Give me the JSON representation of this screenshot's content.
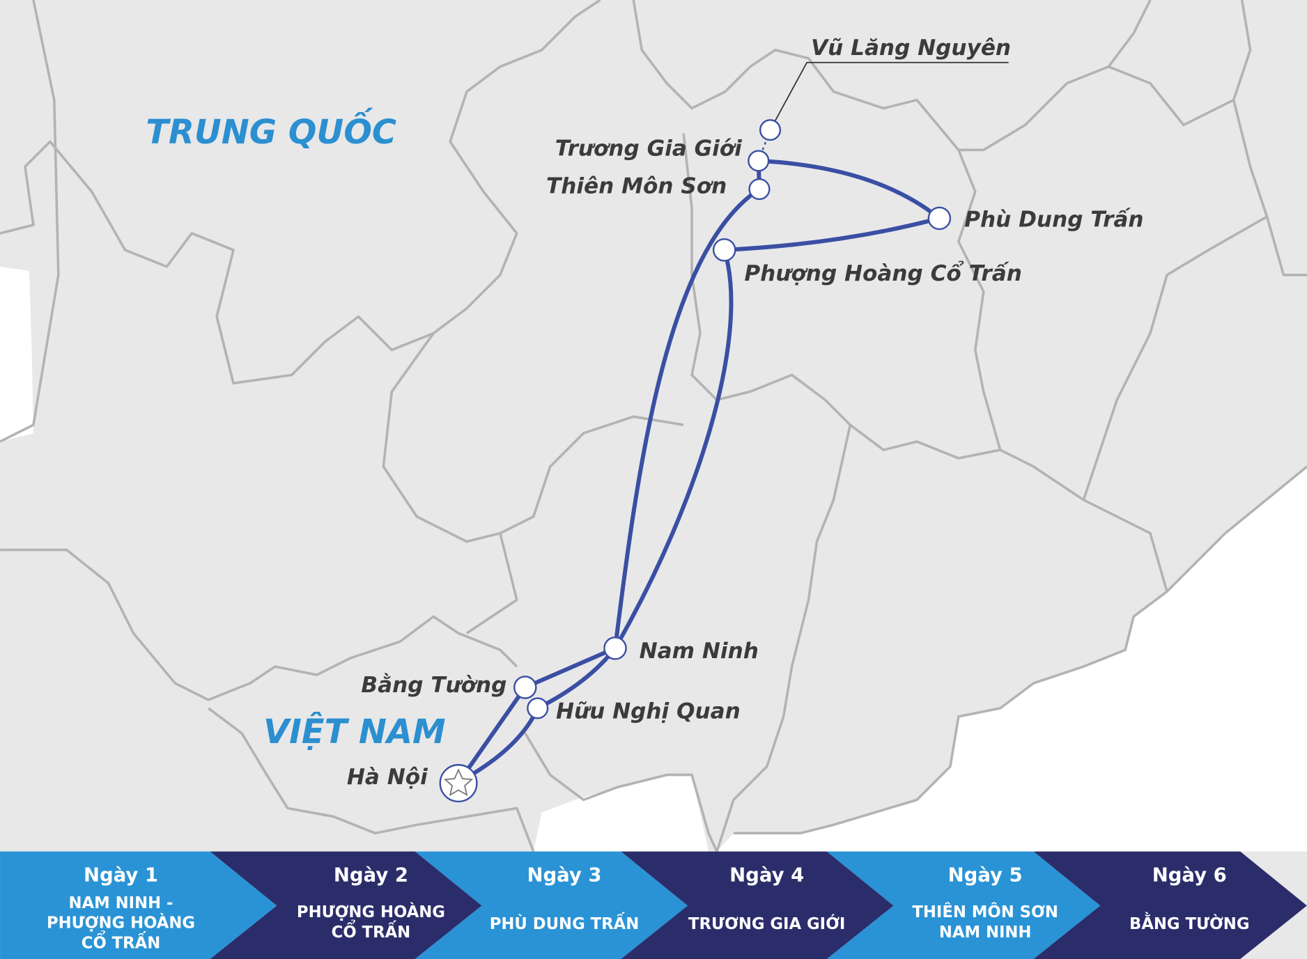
{
  "colors": {
    "land": "#e8e8e9",
    "border": "#b3b3b3",
    "route": "#3a4fa3",
    "country_label": "#2b8fd0",
    "day_light": "#2a93d5",
    "day_dark": "#2b2d6b"
  },
  "countries": {
    "china": "TRUNG QUỐC",
    "vietnam": "VIỆT NAM"
  },
  "places": {
    "vu_lang_nguyen": "Vũ Lăng Nguyên",
    "truong_gia_gioi": "Trương Gia Giới",
    "thien_mon_son": "Thiên Môn Sơn",
    "phu_dung_tran": "Phù Dung Trấn",
    "phuong_hoang": "Phượng Hoàng Cổ Trấn",
    "nam_ninh": "Nam Ninh",
    "bang_tuong": "Bằng Tường",
    "huu_nghi_quan": "Hữu Nghị Quan",
    "ha_noi": "Hà Nội"
  },
  "start_icon": "star-icon",
  "itinerary": [
    {
      "day": "Ngày 1",
      "lines": [
        "NAM NINH -",
        "PHƯỢNG HOÀNG",
        "CỔ TRẤN"
      ]
    },
    {
      "day": "Ngày 2",
      "lines": [
        "PHƯỢNG HOÀNG",
        "CỔ TRẤN"
      ]
    },
    {
      "day": "Ngày 3",
      "lines": [
        "PHÙ DUNG TRẤN"
      ]
    },
    {
      "day": "Ngày 4",
      "lines": [
        "TRƯƠNG GIA GIỚI"
      ]
    },
    {
      "day": "Ngày 5",
      "lines": [
        "THIÊN MÔN SƠN",
        "NAM NINH"
      ]
    },
    {
      "day": "Ngày 6",
      "lines": [
        "BẰNG TƯỜNG"
      ]
    }
  ]
}
